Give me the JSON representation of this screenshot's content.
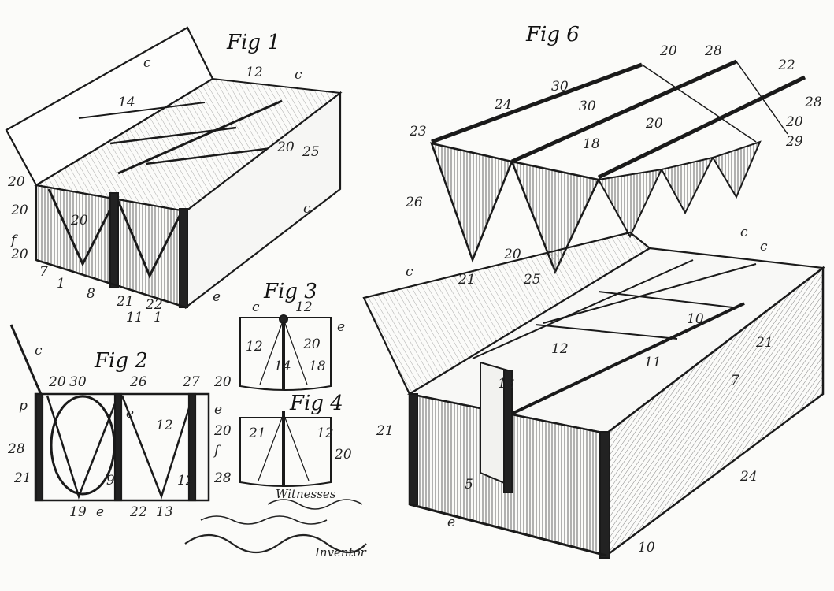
{
  "figures": {
    "fig1": {
      "title": "Fig 1",
      "labels": [
        "c",
        "12",
        "c",
        "14",
        "20",
        "25",
        "20",
        "c",
        "20",
        "20",
        "f",
        "20",
        "7",
        "1",
        "8",
        "21",
        "22",
        "11",
        "1",
        "e"
      ]
    },
    "fig2": {
      "title": "Fig 2",
      "labels": [
        "c",
        "20",
        "30",
        "26",
        "27",
        "20",
        "e",
        "p",
        "e",
        "12",
        "20",
        "28",
        "f",
        "21",
        "12",
        "28",
        "9",
        "19",
        "e",
        "22",
        "13"
      ]
    },
    "fig3": {
      "title": "Fig 3",
      "labels": [
        "c",
        "12",
        "12",
        "20",
        "e",
        "14",
        "18"
      ]
    },
    "fig4": {
      "title": "Fig 4",
      "labels": [
        "21",
        "12",
        "20"
      ]
    },
    "fig6": {
      "title": "Fig 6",
      "labels": [
        "20",
        "28",
        "22",
        "30",
        "24",
        "23",
        "28",
        "20",
        "29",
        "30",
        "26",
        "20",
        "18",
        "20",
        "25",
        "21",
        "c",
        "c",
        "c",
        "10",
        "12",
        "11",
        "12",
        "7",
        "21",
        "5",
        "21",
        "24",
        "10",
        "e"
      ]
    }
  },
  "signatures": {
    "witnesses": "Witnesses",
    "inventor": "Inventor"
  },
  "colors": {
    "ink": "#1a1a1a",
    "paper": "#fbfbf9",
    "hatch": "#555555"
  }
}
